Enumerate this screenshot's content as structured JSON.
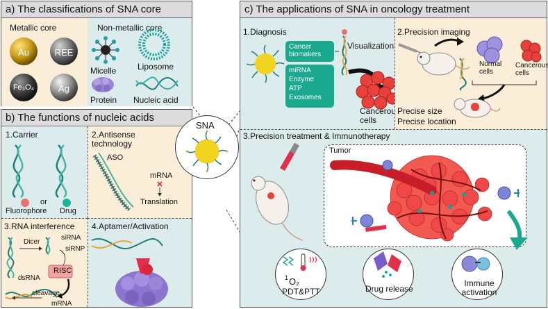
{
  "panel_a": {
    "header": "a)  The classifications of SNA core",
    "metallic_title": "Metallic core",
    "nonmetallic_title": "Non-metallic core",
    "cores": [
      "Au",
      "REE",
      "Fe₃O₄",
      "Ag"
    ],
    "nonmetallic": [
      "Micelle",
      "Liposome",
      "Protein",
      "Nucleic acid"
    ],
    "colors": {
      "au": "#c89a17",
      "ree": "#6b6b6b",
      "fe": "#3a3a3a",
      "ag": "#8a8a8a",
      "metallic_bg": "#fbeed8",
      "nonmetallic_bg": "#dcecec"
    }
  },
  "panel_b": {
    "header": "b)  The functions of nucleic acids",
    "q1": {
      "title": "1.Carrier",
      "labels": [
        "Fluorophore",
        "or",
        "Drug"
      ]
    },
    "q2": {
      "title": "2.Antisense technology",
      "aso": "ASO",
      "mrna": "mRNA",
      "translation": "Translation"
    },
    "q3": {
      "title": "3.RNA interference",
      "labels": [
        "Dicer",
        "siRNA",
        "siRNP",
        "dsRNA",
        "RISC",
        "cleavage",
        "mRNA"
      ]
    },
    "q4": {
      "title": "4.Aptamer/Activation"
    }
  },
  "center": {
    "label": "SNA"
  },
  "panel_c": {
    "header": "c)  The applications of SNA in oncology treatment",
    "diagnosis": {
      "title": "1.Diagnosis",
      "box1": "Cancer biomakers",
      "box2": [
        "miRNA",
        "Enzyme",
        "ATP",
        "Exosomes"
      ],
      "visualization": "Visualization",
      "cancer_cells": "Cancerous cells"
    },
    "imaging": {
      "title": "2.Precision imaging",
      "normal": "Normal cells",
      "cancerous": "Cancerous cells",
      "precise_size": "Precise size",
      "precise_location": "Precise location"
    },
    "treatment": {
      "title": "3.Precision treatment & Immunotherapy",
      "tumor": "Tumor",
      "icons": [
        "PDT&PTT",
        "Drug release",
        "Immune activation"
      ],
      "o2": "O₂",
      "o2_sup": "1"
    }
  }
}
